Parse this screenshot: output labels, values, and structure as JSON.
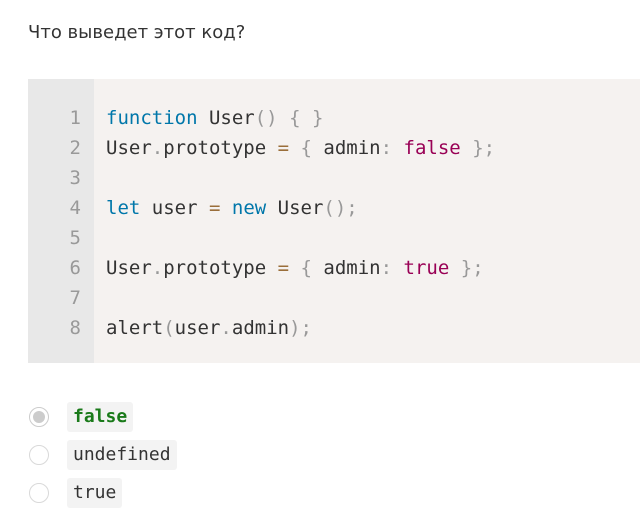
{
  "question": {
    "text": "Что выведет этот код?"
  },
  "code": {
    "line_numbers": [
      "1",
      "2",
      "3",
      "4",
      "5",
      "6",
      "7",
      "8"
    ],
    "lines": [
      [
        {
          "t": "function",
          "c": "kw"
        },
        {
          "t": " User",
          "c": "fn"
        },
        {
          "t": "()",
          "c": "punc"
        },
        {
          "t": " ",
          "c": "id"
        },
        {
          "t": "{",
          "c": "punc"
        },
        {
          "t": " ",
          "c": "id"
        },
        {
          "t": "}",
          "c": "punc"
        }
      ],
      [
        {
          "t": "User",
          "c": "id"
        },
        {
          "t": ".",
          "c": "punc"
        },
        {
          "t": "prototype",
          "c": "id"
        },
        {
          "t": " ",
          "c": "id"
        },
        {
          "t": "=",
          "c": "op"
        },
        {
          "t": " ",
          "c": "id"
        },
        {
          "t": "{",
          "c": "punc"
        },
        {
          "t": " admin",
          "c": "id"
        },
        {
          "t": ":",
          "c": "punc"
        },
        {
          "t": " ",
          "c": "id"
        },
        {
          "t": "false",
          "c": "bool"
        },
        {
          "t": " ",
          "c": "id"
        },
        {
          "t": "};",
          "c": "punc"
        }
      ],
      [],
      [
        {
          "t": "let",
          "c": "kw"
        },
        {
          "t": " user ",
          "c": "id"
        },
        {
          "t": "=",
          "c": "op"
        },
        {
          "t": " ",
          "c": "id"
        },
        {
          "t": "new",
          "c": "kw"
        },
        {
          "t": " User",
          "c": "fn"
        },
        {
          "t": "();",
          "c": "punc"
        }
      ],
      [],
      [
        {
          "t": "User",
          "c": "id"
        },
        {
          "t": ".",
          "c": "punc"
        },
        {
          "t": "prototype",
          "c": "id"
        },
        {
          "t": " ",
          "c": "id"
        },
        {
          "t": "=",
          "c": "op"
        },
        {
          "t": " ",
          "c": "id"
        },
        {
          "t": "{",
          "c": "punc"
        },
        {
          "t": " admin",
          "c": "id"
        },
        {
          "t": ":",
          "c": "punc"
        },
        {
          "t": " ",
          "c": "id"
        },
        {
          "t": "true",
          "c": "bool"
        },
        {
          "t": " ",
          "c": "id"
        },
        {
          "t": "};",
          "c": "punc"
        }
      ],
      [],
      [
        {
          "t": "alert",
          "c": "id"
        },
        {
          "t": "(",
          "c": "punc"
        },
        {
          "t": "user",
          "c": "id"
        },
        {
          "t": ".",
          "c": "punc"
        },
        {
          "t": "admin",
          "c": "id"
        },
        {
          "t": ");",
          "c": "punc"
        }
      ]
    ]
  },
  "options": [
    {
      "label": "false",
      "checked": true
    },
    {
      "label": "undefined",
      "checked": false
    },
    {
      "label": "true",
      "checked": false
    }
  ],
  "colors": {
    "keyword": "#0077aa",
    "boolean": "#990055",
    "punctuation": "#999999",
    "operator": "#9a6e3a",
    "code_background": "#f5f2f0",
    "gutter_background": "#e8e8e8",
    "selected_option": "#1a7a1a"
  }
}
